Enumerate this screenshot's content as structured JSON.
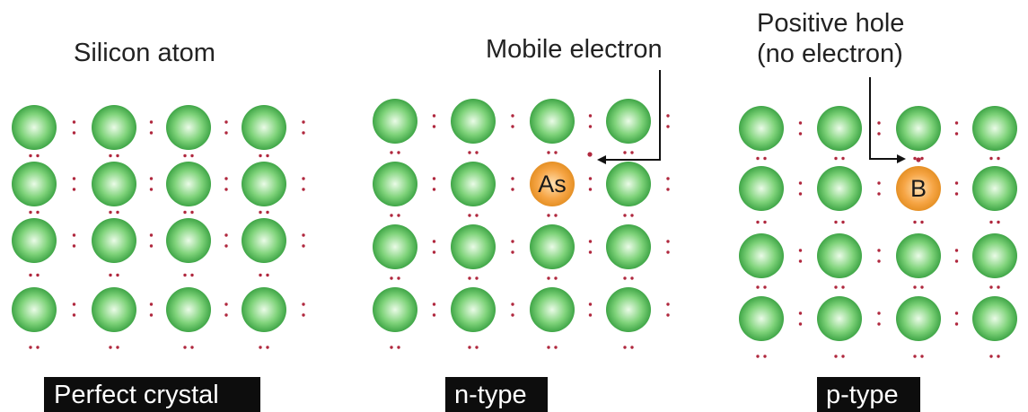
{
  "panels": [
    {
      "id": "perfect-crystal",
      "caption": "Perfect crystal",
      "annotation": "Silicon atom",
      "dopant": null
    },
    {
      "id": "n-type",
      "caption": "n-type",
      "annotation": "Mobile electron",
      "dopant": {
        "symbol": "As",
        "row": 1,
        "col": 2
      }
    },
    {
      "id": "p-type",
      "caption": "p-type",
      "annotation_line1": "Positive hole",
      "annotation_line2": "(no electron)",
      "dopant": {
        "symbol": "B",
        "row": 1,
        "col": 2
      }
    }
  ],
  "lattice": {
    "rows": 4,
    "cols": 4
  },
  "colors": {
    "silicon_center": "#eafbe7",
    "silicon_mid": "#7fd37a",
    "silicon_edge": "#2f9a3a",
    "dopant_center": "#ffe1b3",
    "dopant_mid": "#f6a545",
    "dopant_edge": "#e08a1c",
    "electron_dot": "#b0283e",
    "caption_bg": "#0d0d0d",
    "caption_text": "#ffffff",
    "arrow": "#111111"
  }
}
